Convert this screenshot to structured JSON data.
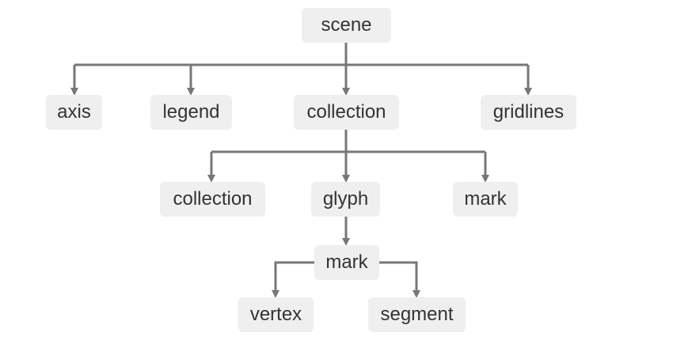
{
  "nodes": {
    "scene": "scene",
    "axis": "axis",
    "legend": "legend",
    "collection_top": "collection",
    "gridlines": "gridlines",
    "collection_child": "collection",
    "glyph": "glyph",
    "mark_child": "mark",
    "mark_glyph_child": "mark",
    "vertex": "vertex",
    "segment": "segment"
  },
  "colors": {
    "node_fill": "#efefef",
    "node_text": "#333333",
    "connector": "#777777"
  }
}
